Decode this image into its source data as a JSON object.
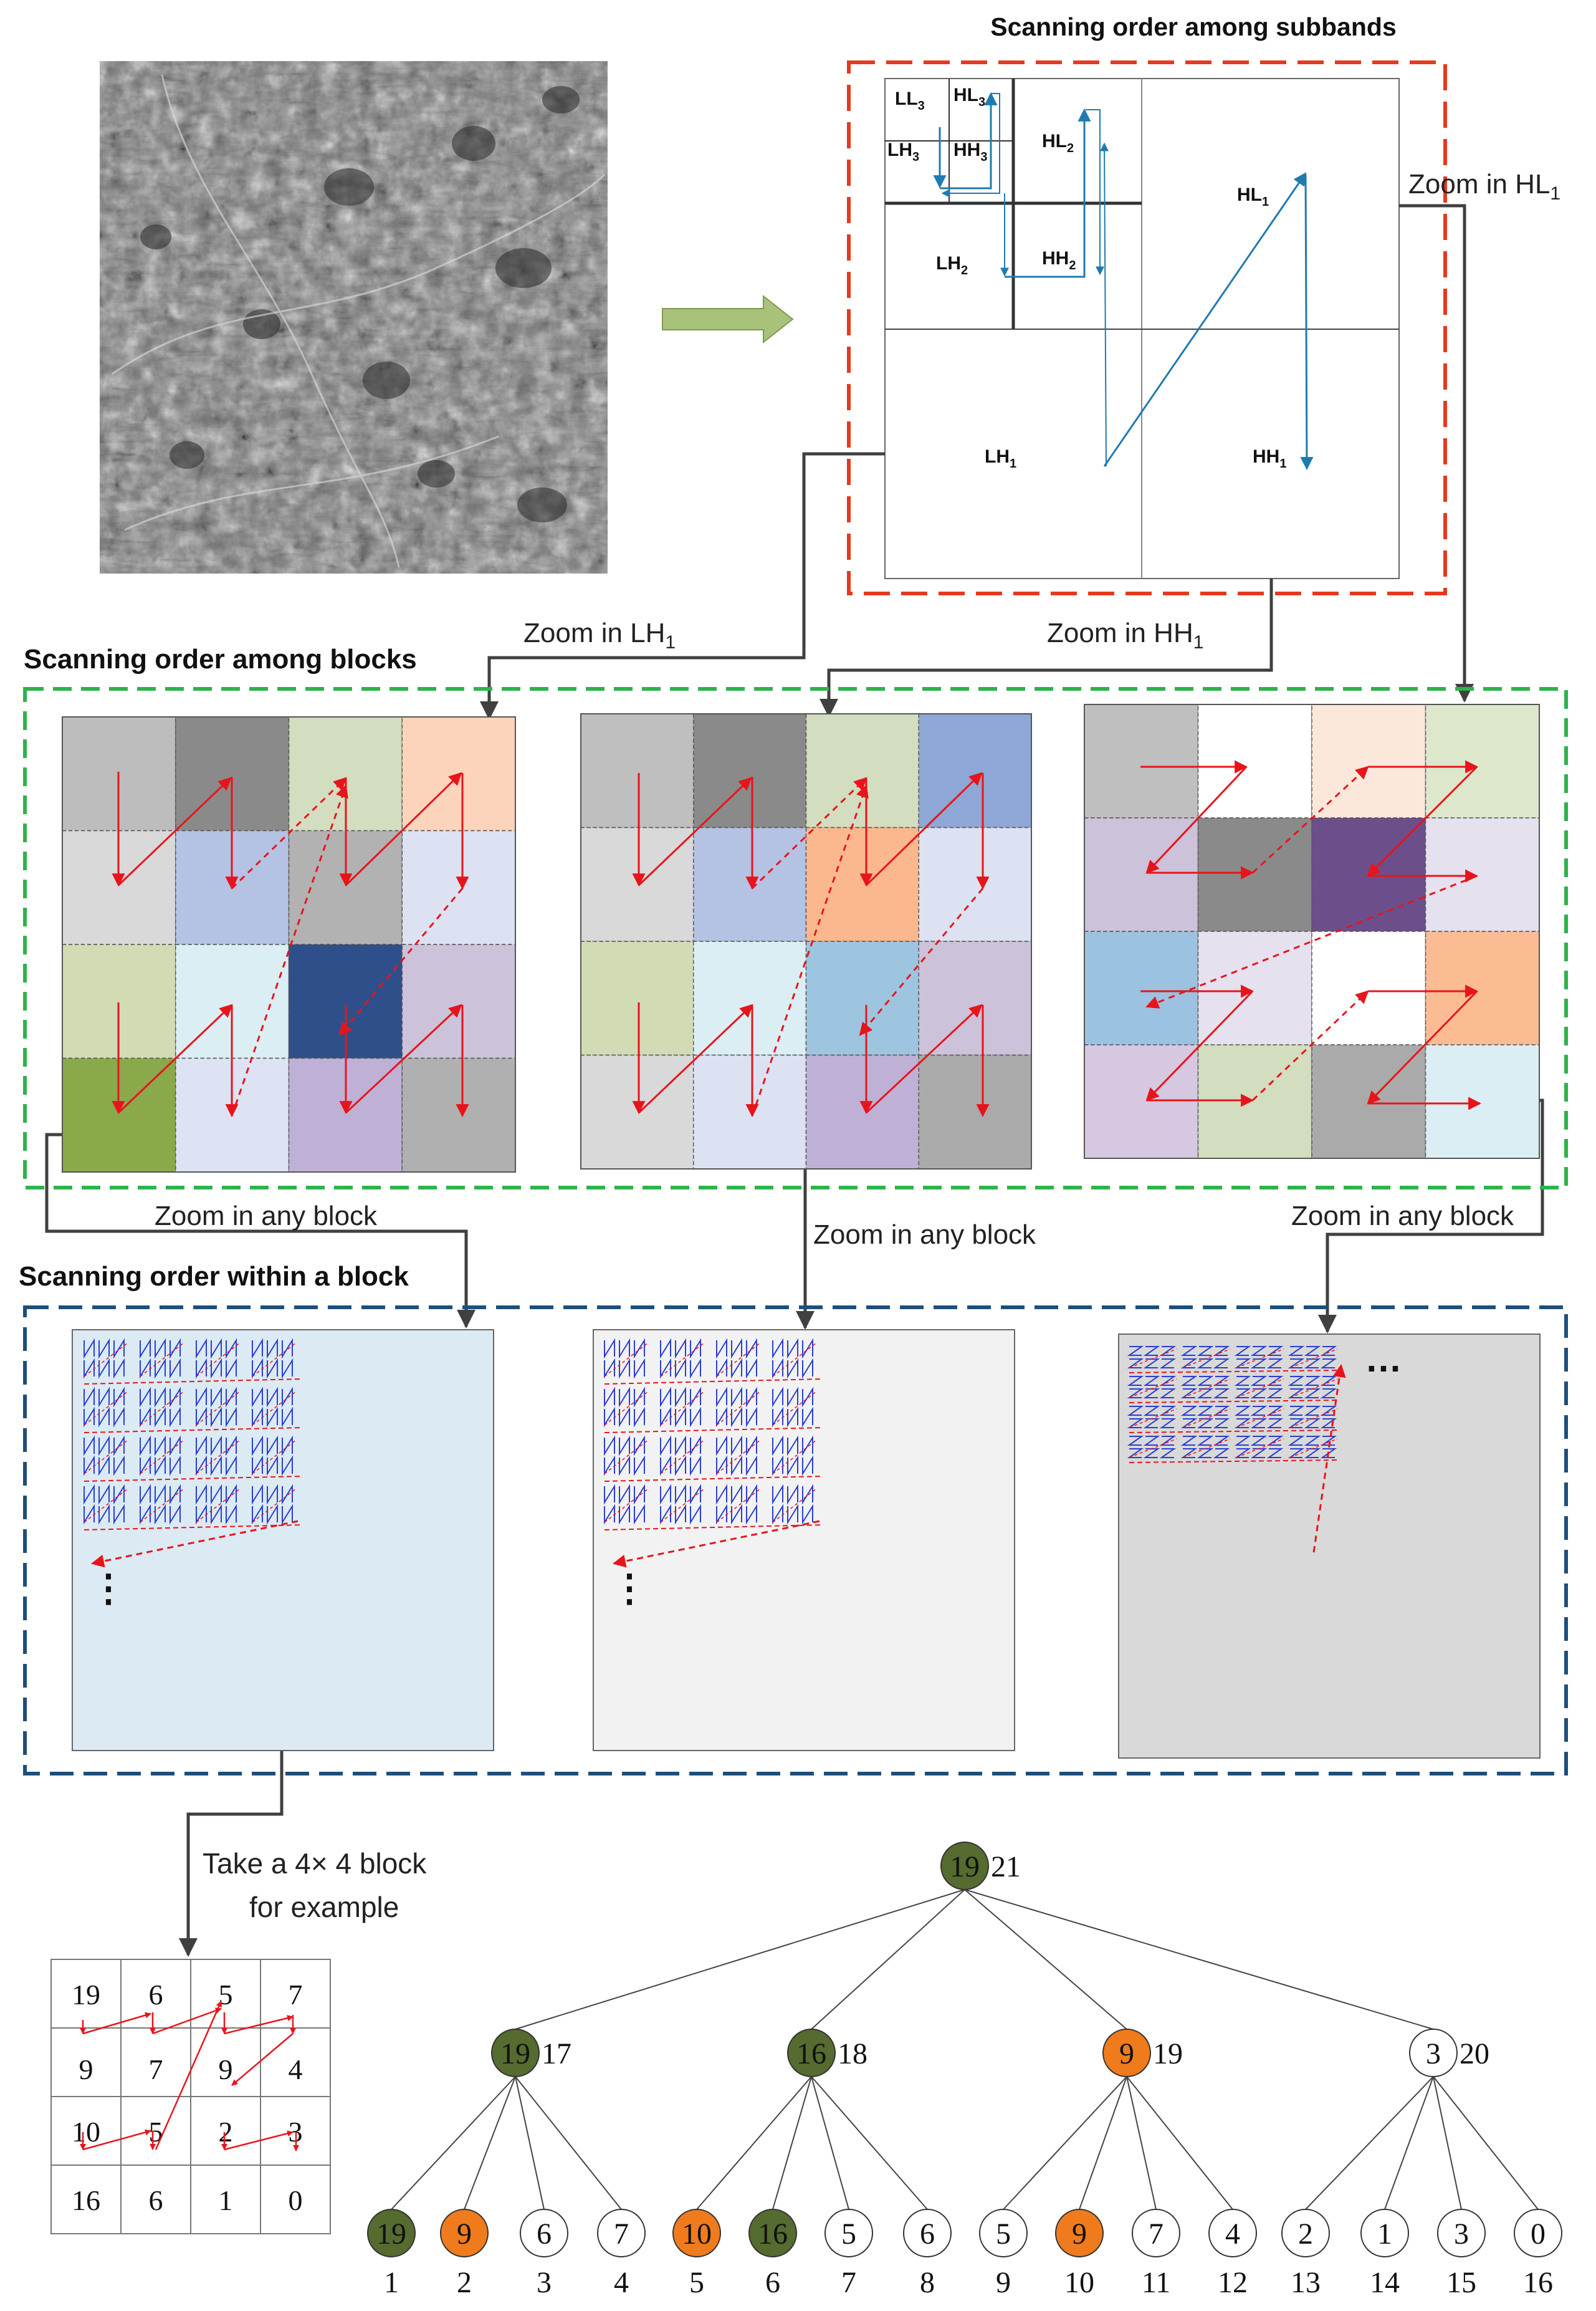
{
  "sections": {
    "subbands_title": "Scanning order among subbands",
    "blocks_title": "Scanning order among blocks",
    "within_title": "Scanning order within a block"
  },
  "subbands": {
    "labels": [
      {
        "base": "LL",
        "sub": "3"
      },
      {
        "base": "HL",
        "sub": "3"
      },
      {
        "base": "LH",
        "sub": "3"
      },
      {
        "base": "HH",
        "sub": "3"
      },
      {
        "base": "HL",
        "sub": "2"
      },
      {
        "base": "LH",
        "sub": "2"
      },
      {
        "base": "HH",
        "sub": "2"
      },
      {
        "base": "HL",
        "sub": "1"
      },
      {
        "base": "LH",
        "sub": "1"
      },
      {
        "base": "HH",
        "sub": "1"
      }
    ]
  },
  "zoom": {
    "hl1": {
      "base": "Zoom in HL",
      "sub": "1"
    },
    "lh1": {
      "base": "Zoom in LH",
      "sub": "1"
    },
    "hh1": {
      "base": "Zoom in HH",
      "sub": "1"
    },
    "any_block": "Zoom in any block"
  },
  "ellipsis": "…",
  "vellipsis": "⋮",
  "example_caption": [
    "Take a 4× 4 block",
    "for example"
  ],
  "block_colors": [
    [
      "#bdbdbd",
      "#8a8a8a",
      "#d3ddbf",
      "#fcd4bc",
      "#d9d9d9",
      "#b4c2e4",
      "#b2b2b2",
      "#dce2f1",
      "#d1dcb5",
      "#dbeef4",
      "#2f4f8b",
      "#ccc2d9",
      "#8aa94b",
      "#dde3f3",
      "#bfb1d6",
      "#b0b0b0"
    ],
    [
      "#bfbfbf",
      "#8a8a8a",
      "#d3ddbf",
      "#8ea7d6",
      "#d9d9d9",
      "#b4c2e4",
      "#fbb88f",
      "#dce2f1",
      "#d1dcb5",
      "#dbeef4",
      "#9ec5e0",
      "#ccc2d9",
      "#d9d9d9",
      "#dce2f1",
      "#bfb1d6",
      "#aaaaaa"
    ],
    [
      "#bfbfbf",
      "#ffffff",
      "#fce8da",
      "#dde7cb",
      "#ccc2d9",
      "#8a8a8a",
      "#6c4f8a",
      "#e6e1ef",
      "#9bc2e0",
      "#e6e1ef",
      "#ffffff",
      "#fbbb93",
      "#d6c8e0",
      "#d3ddbf",
      "#aaaaaa",
      "#dbeef4"
    ]
  ],
  "zoom_panels": [
    "#dbeaf3",
    "#f2f2f2",
    "#d9d9d9"
  ],
  "matrix": [
    [
      19,
      6,
      5,
      7
    ],
    [
      9,
      7,
      9,
      4
    ],
    [
      10,
      5,
      2,
      3
    ],
    [
      16,
      6,
      1,
      0
    ]
  ],
  "tree": {
    "root": {
      "value": 19,
      "order": 21,
      "fill": "#556b2f"
    },
    "level1": [
      {
        "value": 19,
        "order": 17,
        "fill": "#556b2f"
      },
      {
        "value": 16,
        "order": 18,
        "fill": "#556b2f"
      },
      {
        "value": 9,
        "order": 19,
        "fill": "#f07b1c"
      },
      {
        "value": 3,
        "order": 20,
        "fill": "#ffffff"
      }
    ],
    "leaves": [
      {
        "value": 19,
        "order": 1,
        "fill": "#556b2f"
      },
      {
        "value": 9,
        "order": 2,
        "fill": "#f07b1c"
      },
      {
        "value": 6,
        "order": 3,
        "fill": "#ffffff"
      },
      {
        "value": 7,
        "order": 4,
        "fill": "#ffffff"
      },
      {
        "value": 10,
        "order": 5,
        "fill": "#f07b1c"
      },
      {
        "value": 16,
        "order": 6,
        "fill": "#556b2f"
      },
      {
        "value": 5,
        "order": 7,
        "fill": "#ffffff"
      },
      {
        "value": 6,
        "order": 8,
        "fill": "#ffffff"
      },
      {
        "value": 5,
        "order": 9,
        "fill": "#ffffff"
      },
      {
        "value": 9,
        "order": 10,
        "fill": "#f07b1c"
      },
      {
        "value": 7,
        "order": 11,
        "fill": "#ffffff"
      },
      {
        "value": 4,
        "order": 12,
        "fill": "#ffffff"
      },
      {
        "value": 2,
        "order": 13,
        "fill": "#ffffff"
      },
      {
        "value": 1,
        "order": 14,
        "fill": "#ffffff"
      },
      {
        "value": 3,
        "order": 15,
        "fill": "#ffffff"
      },
      {
        "value": 0,
        "order": 16,
        "fill": "#ffffff"
      }
    ]
  },
  "colors": {
    "subband_frame": "#e53a1f",
    "blocks_frame": "#2db34a",
    "within_frame": "#1f4e79",
    "scan_arrow": "#e8141b",
    "subband_arrow": "#1f7ab0",
    "connector": "#404040",
    "green_node": "#556b2f",
    "orange_node": "#f07b1c",
    "big_arrow": "#a9c27a"
  }
}
